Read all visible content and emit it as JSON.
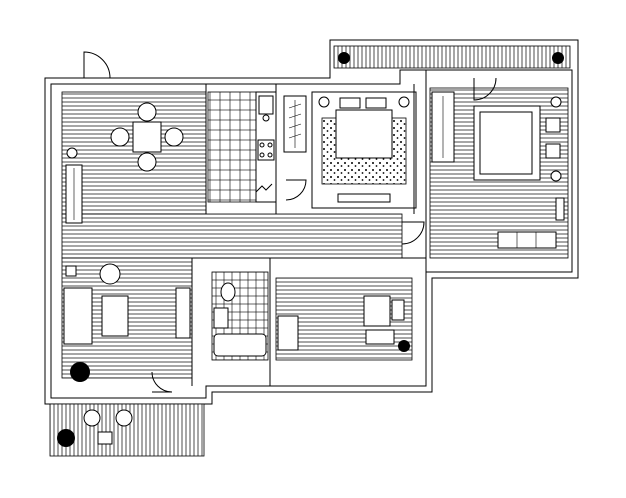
{
  "plan": {
    "background": "#ffffff",
    "line_color": "#000000",
    "rooms": [
      "living-dining",
      "kitchen",
      "bedroom-1",
      "bedroom-2",
      "hallway",
      "bathroom",
      "study",
      "balcony-top",
      "balcony-bottom"
    ]
  }
}
